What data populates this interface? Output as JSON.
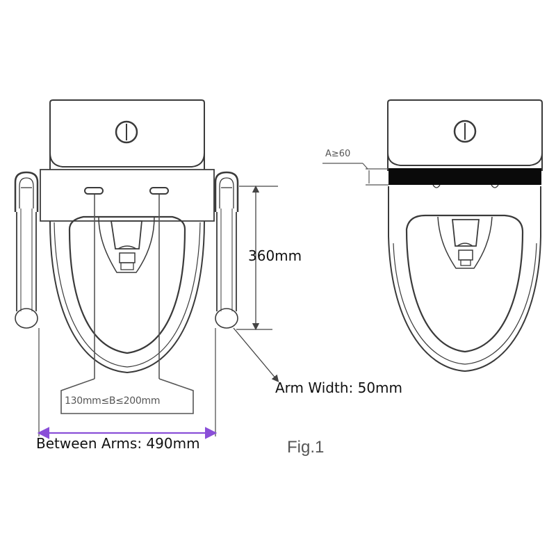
{
  "figure": {
    "caption": "Fig.1",
    "left_view": {
      "description": "Toilet top view with grab-bar armrest frame",
      "dimensions": {
        "arm_height": "360mm",
        "arm_width": "Arm Width: 50mm",
        "between_arms": "Between Arms: 490mm",
        "bracket_range": "130mm≤B≤200mm"
      }
    },
    "right_view": {
      "description": "Toilet top view showing mounting gap",
      "dimensions": {
        "gap_min": "A≥60"
      }
    },
    "colors": {
      "line": "#3a3a3a",
      "between_arms_arrow": "#8a4fd8",
      "gap_fill": "#0a0a0a"
    }
  }
}
